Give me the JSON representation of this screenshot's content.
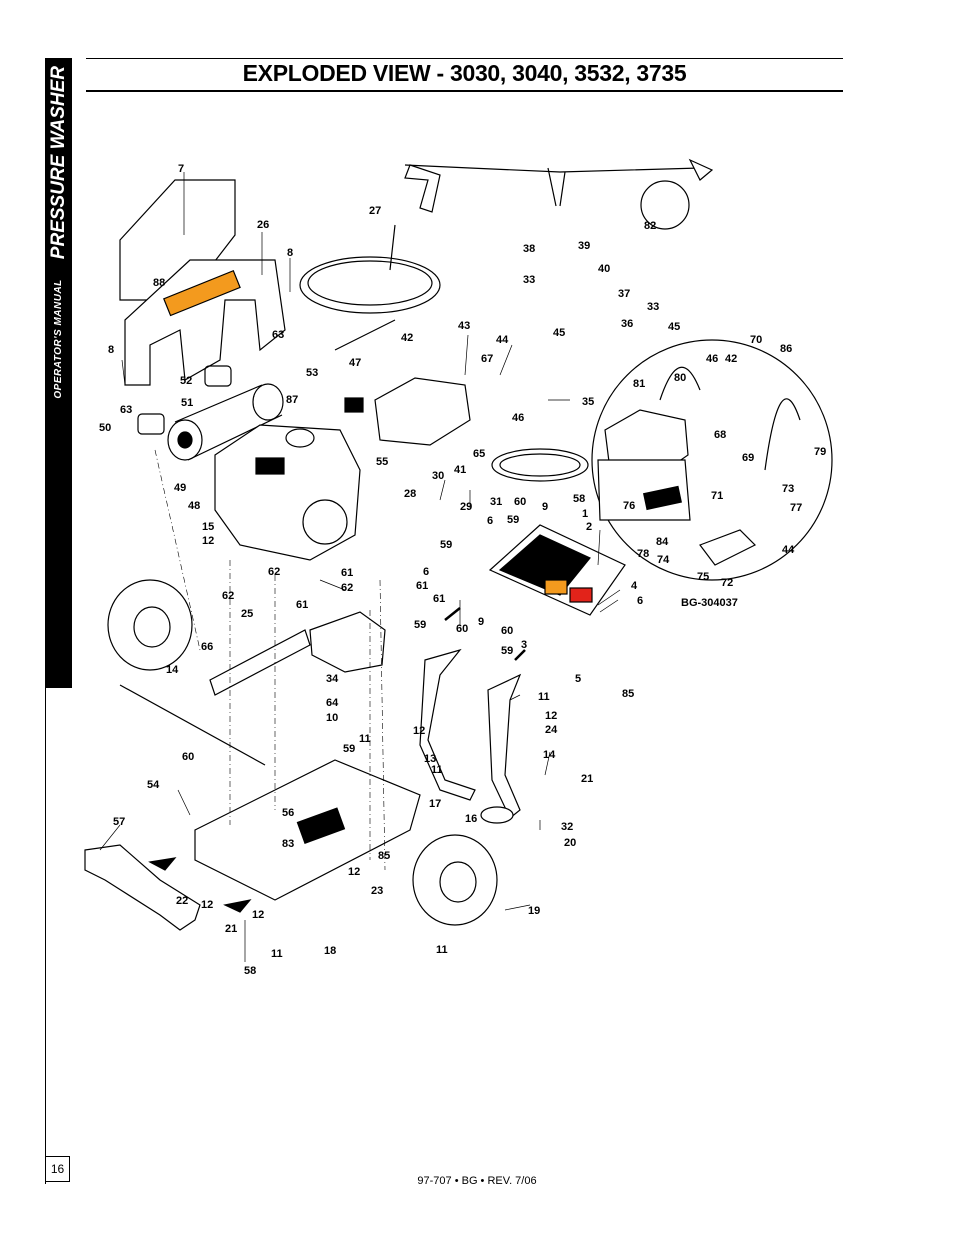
{
  "sidebar": {
    "manual_label": "OPERATOR'S MANUAL",
    "product_label": "PRESSURE WASHER"
  },
  "title": "EXPLODED VIEW - 3030, 3040, 3532, 3735",
  "page_number": "16",
  "footer": "97-707 • BG • REV. 7/06",
  "diagram": {
    "inset_ref": "BG-304037",
    "callouts": [
      "7",
      "26",
      "8",
      "88",
      "63",
      "8",
      "63",
      "52",
      "53",
      "51",
      "87",
      "50",
      "49",
      "48",
      "55",
      "15",
      "12",
      "27",
      "38",
      "39",
      "40",
      "33",
      "37",
      "33",
      "36",
      "43",
      "42",
      "44",
      "45",
      "67",
      "46",
      "47",
      "35",
      "41",
      "65",
      "30",
      "28",
      "31",
      "29",
      "59",
      "60",
      "9",
      "58",
      "1",
      "6",
      "59",
      "2",
      "6",
      "62",
      "61",
      "62",
      "61",
      "62",
      "25",
      "61",
      "61",
      "66",
      "59",
      "60",
      "9",
      "60",
      "59",
      "3",
      "4",
      "6",
      "5",
      "85",
      "14",
      "34",
      "64",
      "10",
      "11",
      "12",
      "24",
      "60",
      "59",
      "11",
      "12",
      "11",
      "13",
      "14",
      "21",
      "54",
      "57",
      "56",
      "83",
      "17",
      "16",
      "32",
      "20",
      "12",
      "85",
      "23",
      "22",
      "12",
      "12",
      "21",
      "18",
      "19",
      "11",
      "11",
      "58",
      "82",
      "45",
      "70",
      "86",
      "46",
      "42",
      "81",
      "80",
      "68",
      "69",
      "79",
      "71",
      "73",
      "77",
      "76",
      "84",
      "78",
      "74",
      "75",
      "72",
      "44"
    ]
  },
  "colors": {
    "ink": "#000000",
    "orange": "#f39a1e",
    "red": "#e2231a",
    "accent_gray": "#c8c8c8"
  }
}
